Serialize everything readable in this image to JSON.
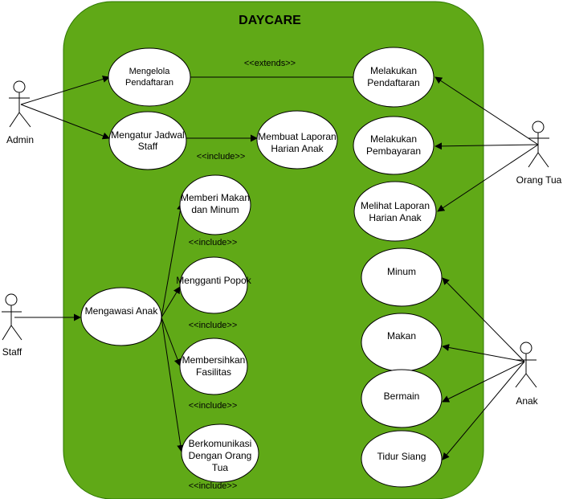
{
  "diagram": {
    "title": "DAYCARE",
    "colors": {
      "boundary_fill": "#60A917",
      "boundary_stroke": "#2D7600",
      "usecase_fill": "#ffffff",
      "line": "#000000"
    },
    "actors": {
      "admin": "Admin",
      "staff": "Staff",
      "orang_tua": "Orang Tua",
      "anak": "Anak"
    },
    "usecases": {
      "mengelola_pendaftaran": [
        "Mengelola",
        "Pendaftaran"
      ],
      "mengatur_jadwal_staff": [
        "Mengatur Jadwal",
        "Staff"
      ],
      "membuat_laporan": [
        "Membuat Laporan",
        "Harian Anak"
      ],
      "melakukan_pendaftaran": [
        "Melakukan",
        "Pendaftaran"
      ],
      "melakukan_pembayaran": [
        "Melakukan",
        "Pembayaran"
      ],
      "melihat_laporan": [
        "Melihat Laporan",
        "Harian Anak"
      ],
      "memberi_makan": [
        "Memberi Makan",
        "dan Minum"
      ],
      "mengganti_popok": [
        "Mengganti Popok"
      ],
      "mengawasi_anak": [
        "Mengawasi Anak"
      ],
      "membersihkan_fasilitas": [
        "Membersihkan",
        "Fasilitas"
      ],
      "berkomunikasi": [
        "Berkomunikasi",
        "Dengan Orang",
        "Tua"
      ],
      "minum": [
        "Minum"
      ],
      "makan": [
        "Makan"
      ],
      "bermain": [
        "Bermain"
      ],
      "tidur_siang": [
        "Tidur Siang"
      ]
    },
    "relations": {
      "extends": "<<extends>>",
      "include": "<<include>>"
    }
  }
}
